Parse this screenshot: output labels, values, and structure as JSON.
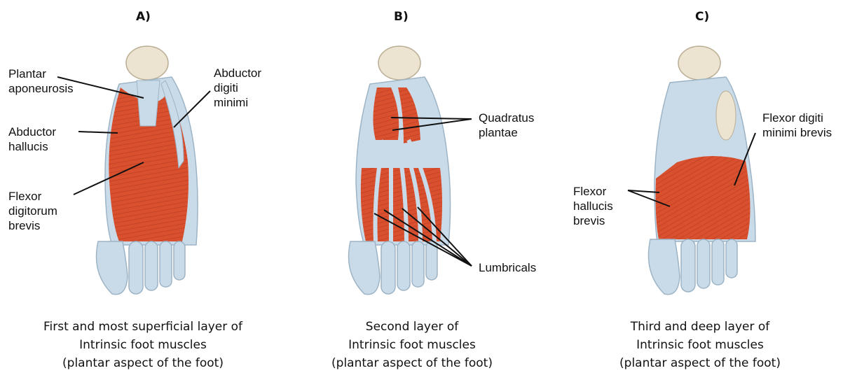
{
  "panels": [
    {
      "letter": "A)",
      "labels": {
        "plantar_aponeurosis": [
          "Plantar",
          "aponeurosis"
        ],
        "abductor_digiti_minimi": [
          "Abductor",
          "digiti",
          "minimi"
        ],
        "abductor_hallucis": [
          "Abductor",
          "hallucis"
        ],
        "flexor_digitorum_brevis": [
          "Flexor",
          "digitorum",
          "brevis"
        ]
      },
      "caption": [
        "First and most superficial layer of",
        "Intrinsic foot muscles",
        "(plantar aspect of the foot)"
      ]
    },
    {
      "letter": "B)",
      "labels": {
        "quadratus_plantae": [
          "Quadratus",
          "plantae"
        ],
        "lumbricals": [
          "Lumbricals"
        ]
      },
      "caption": [
        "Second layer of",
        "Intrinsic foot muscles",
        "(plantar aspect of the foot)"
      ]
    },
    {
      "letter": "C)",
      "labels": {
        "flexor_digiti_minimi_brevis": [
          "Flexor digiti",
          "minimi brevis"
        ],
        "flexor_hallucis_brevis": [
          "Flexor",
          "hallucis",
          "brevis"
        ]
      },
      "caption": [
        "Third and deep layer of",
        "Intrinsic foot muscles",
        "(plantar aspect of the foot)"
      ]
    }
  ],
  "colors": {
    "muscle": "#d9502f",
    "tendon": "#c9dbe8",
    "bone": "#ece3d0"
  }
}
